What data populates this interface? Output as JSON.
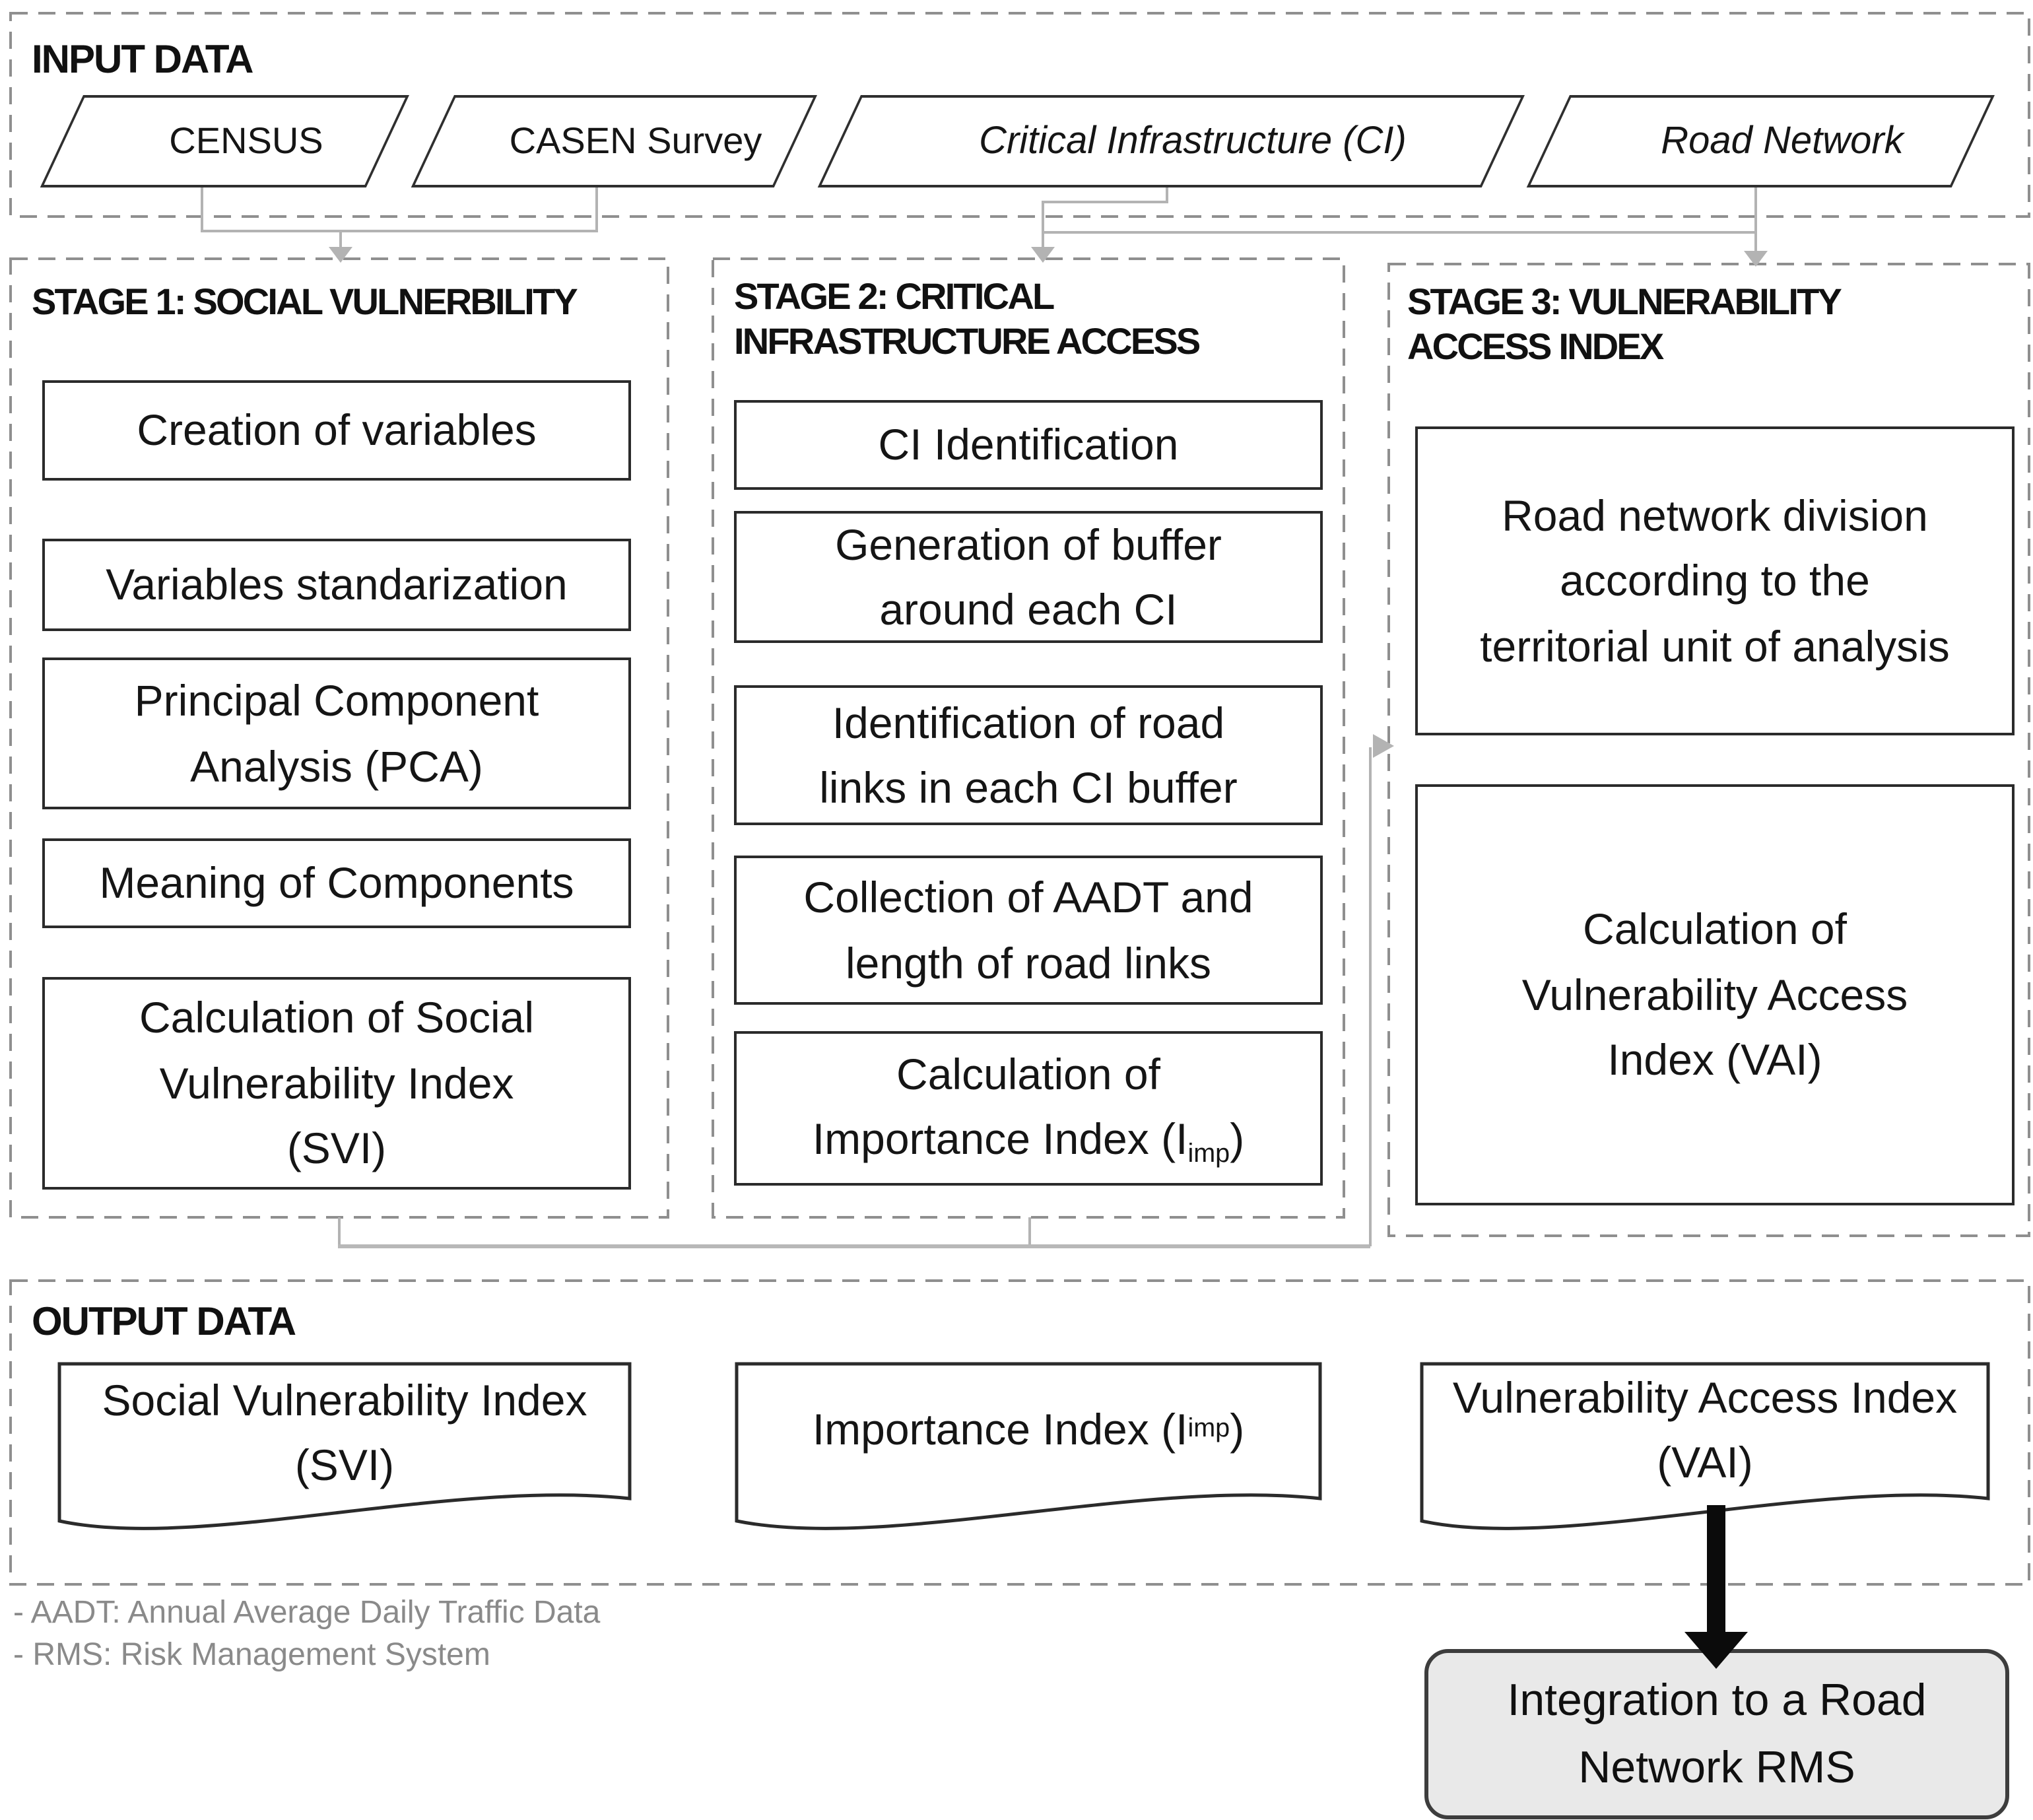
{
  "input": {
    "title": "INPUT DATA",
    "sources": [
      {
        "label": "CENSUS"
      },
      {
        "label": "CASEN Survey"
      },
      {
        "label": "Critical Infrastructure (CI)"
      },
      {
        "label": "Road Network"
      }
    ]
  },
  "stages": [
    {
      "title": "STAGE 1: SOCIAL VULNERBILITY",
      "boxes": [
        "Creation of variables",
        "Variables standarization",
        "Principal Component\nAnalysis (PCA)",
        "Meaning of Components",
        "Calculation of Social\nVulnerability Index\n(SVI)"
      ]
    },
    {
      "title": "STAGE 2: CRITICAL\nINFRASTRUCTURE ACCESS",
      "boxes": [
        "CI Identification",
        "Generation of buffer\naround each CI",
        "Identification of road\nlinks in each CI buffer",
        "Collection of AADT and\nlength of road links"
      ],
      "calc_box": {
        "pre": "Calculation of\nImportance Index (I",
        "sub": "imp",
        "post": ")"
      }
    },
    {
      "title": "STAGE 3: VULNERABILITY\nACCESS INDEX",
      "boxes": [
        "Road network division\naccording to the\nterritorial unit of analysis",
        "Calculation of\nVulnerability Access\nIndex (VAI)"
      ]
    }
  ],
  "output": {
    "title": "OUTPUT DATA",
    "docs": {
      "svi": "Social Vulnerability Index\n(SVI)",
      "imp": {
        "pre": "Importance Index (I",
        "sub": "imp",
        "post": ")"
      },
      "vai": "Vulnerability Access Index\n(VAI)"
    }
  },
  "footnotes": [
    "- AADT: Annual Average Daily Traffic Data",
    "- RMS: Risk Management System"
  ],
  "integration": {
    "label": "Integration to a Road\nNetwork RMS"
  },
  "colors": {
    "box_border": "#2b2b2b",
    "dashed_border": "#8f8f8f",
    "connector_gray": "#b3b3b3",
    "arrow_black": "#0b0b0b",
    "footnote_gray": "#8a8a8a",
    "integration_fill": "#e9e9e9"
  }
}
